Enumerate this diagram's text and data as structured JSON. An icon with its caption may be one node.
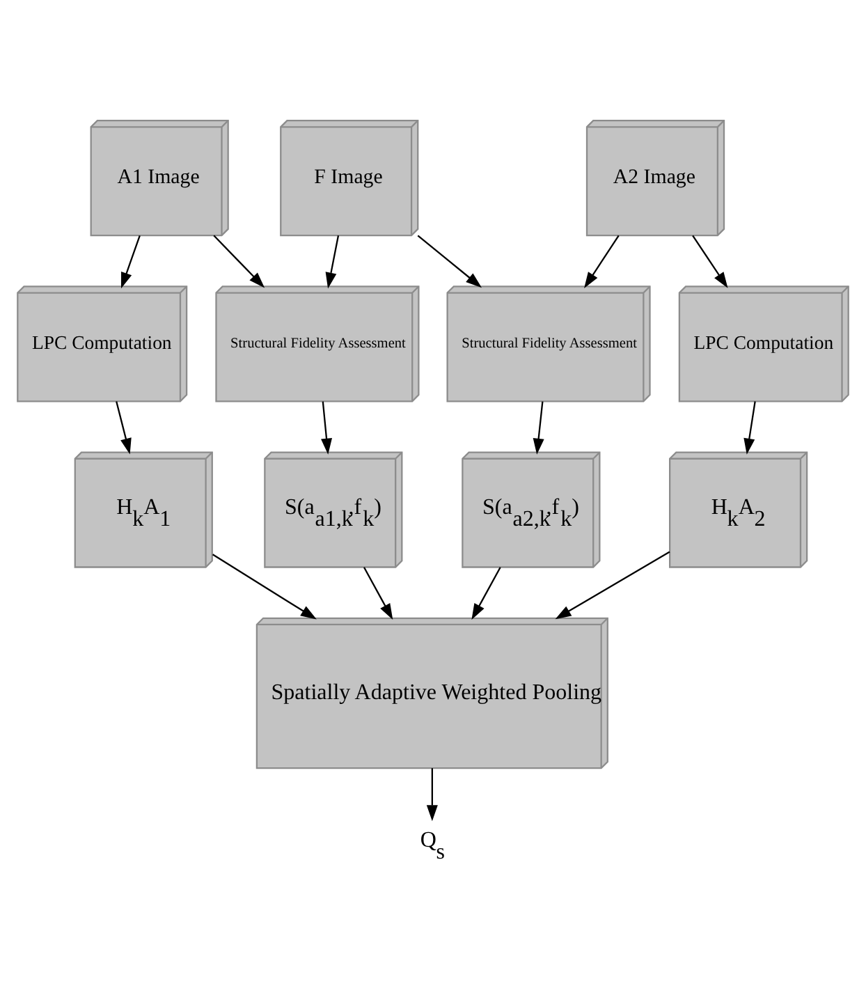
{
  "diagram": {
    "nodes": [
      {
        "text": [
          "A1 Image"
        ]
      },
      {
        "text": [
          "F Image"
        ]
      },
      {
        "text": [
          "A2 Image"
        ]
      },
      {
        "text": [
          "LPC Computation"
        ]
      },
      {
        "text": [
          "Structural Fidelity Assessment"
        ]
      },
      {
        "text": [
          "Structural Fidelity Assessment"
        ]
      },
      {
        "text": [
          "LPC Computation"
        ]
      },
      {
        "text": [
          "H$_{k}$A$_{1}$"
        ]
      },
      {
        "text": [
          "S(a$_{a1,k}$,f$_{k}$)"
        ]
      },
      {
        "text": [
          "S(a$_{a2,k}$,f$_{k}$)"
        ]
      },
      {
        "text": [
          "H$_{k}$A$_{2}$"
        ]
      },
      {
        "text": [
          "Spatially Adaptive Weighted Pooling"
        ]
      },
      {
        "text": [
          "Q$_{s}$"
        ]
      }
    ],
    "edges": [
      {
        "from": 0,
        "to": 3,
        "arrow": "to"
      },
      {
        "from": 0,
        "to": 4,
        "arrow": "to"
      },
      {
        "from": 1,
        "to": 4,
        "arrow": "to"
      },
      {
        "from": 1,
        "to": 5,
        "arrow": "to"
      },
      {
        "from": 2,
        "to": 5,
        "arrow": "to"
      },
      {
        "from": 2,
        "to": 6,
        "arrow": "to"
      },
      {
        "from": 3,
        "to": 7,
        "arrow": "to"
      },
      {
        "from": 4,
        "to": 8,
        "arrow": "to"
      },
      {
        "from": 5,
        "to": 9,
        "arrow": "to"
      },
      {
        "from": 6,
        "to": 10,
        "arrow": "to"
      },
      {
        "from": 7,
        "to": 11,
        "arrow": "to"
      },
      {
        "from": 8,
        "to": 11,
        "arrow": "to"
      },
      {
        "from": 9,
        "to": 11,
        "arrow": "to"
      },
      {
        "from": 10,
        "to": 11,
        "arrow": "to"
      },
      {
        "from": 11,
        "to": 12,
        "arrow": "to"
      }
    ]
  }
}
